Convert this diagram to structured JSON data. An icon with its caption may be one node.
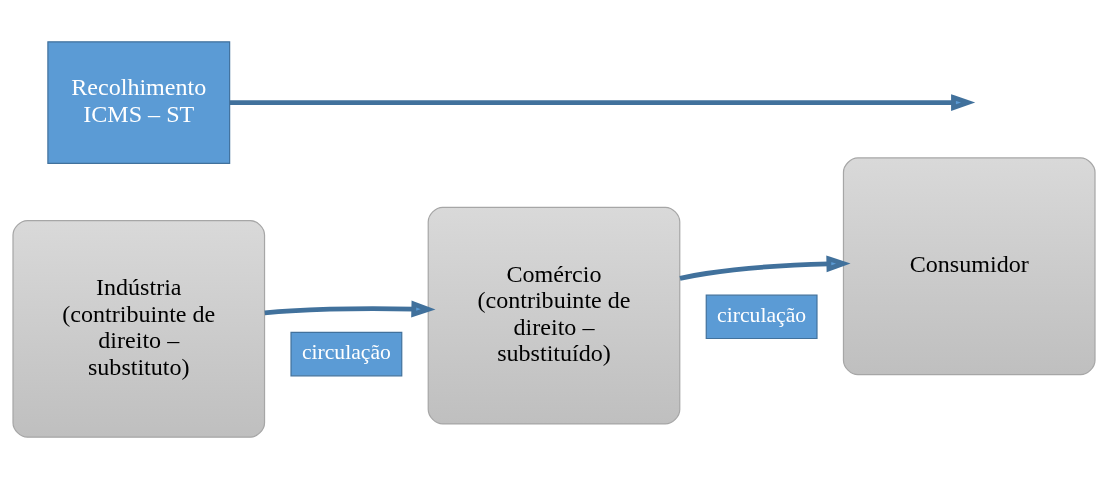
{
  "diagram": {
    "nodes": [
      {
        "text": [
          "Indústria (contribuinte de direito – substituto)"
        ]
      },
      {
        "text": [
          "Comércio (contribuinte de direito – substituído)"
        ]
      },
      {
        "text": [
          "Consumidor"
        ]
      },
      {
        "text": [
          "circulação"
        ]
      },
      {
        "text": [
          "circulação"
        ]
      },
      {
        "text": [
          "Recolhimento ICMS – ST"
        ]
      }
    ],
    "edges": [
      {
        "from": 0,
        "to": 1,
        "arrow": "to"
      },
      {
        "from": 1,
        "to": 2,
        "arrow": "to"
      },
      {
        "from": 5,
        "to": null,
        "arrow": "to"
      }
    ]
  }
}
